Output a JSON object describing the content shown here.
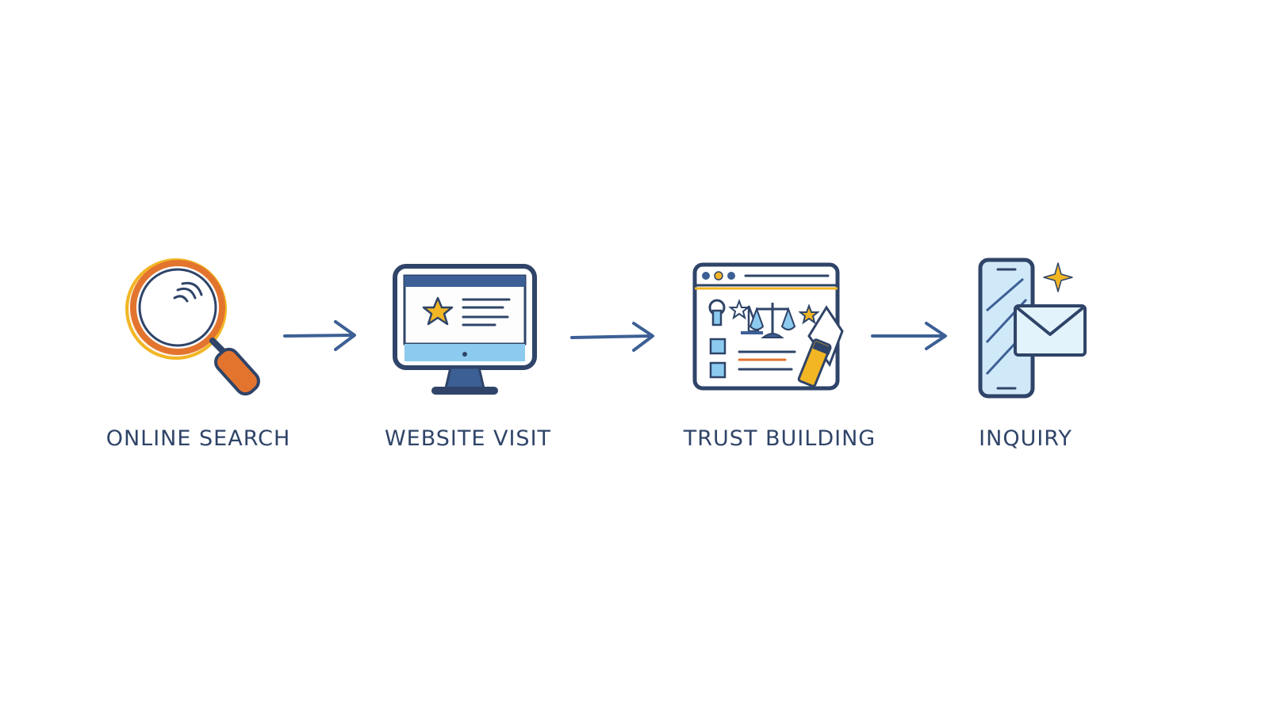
{
  "colors": {
    "ink": "#2f4468",
    "blue": "#3c5f95",
    "light_blue": "#6fb6e0",
    "orange": "#e3742e",
    "yellow": "#f2b624",
    "background": "#ffffff"
  },
  "steps": [
    {
      "label": "ONLINE SEARCH",
      "icon": "magnifying-glass-icon"
    },
    {
      "label": "WEBSITE VISIT",
      "icon": "desktop-monitor-icon"
    },
    {
      "label": "TRUST BUILDING",
      "icon": "browser-trust-icon"
    },
    {
      "label": "INQUIRY",
      "icon": "phone-envelope-icon"
    }
  ]
}
